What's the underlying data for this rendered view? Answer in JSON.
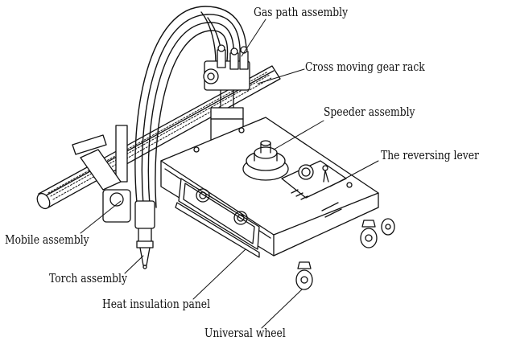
{
  "labels": {
    "gas_path": "Gas path assembly",
    "cross_rack": "Cross moving gear rack",
    "speeder": "Speeder assembly",
    "reversing_lever": "The reversing lever",
    "mobile": "Mobile assembly",
    "torch": "Torch assembly",
    "heat_panel": "Heat insulation panel",
    "universal_wheel": "Universal wheel"
  },
  "colors": {
    "ink": "#111111",
    "background": "#ffffff"
  }
}
